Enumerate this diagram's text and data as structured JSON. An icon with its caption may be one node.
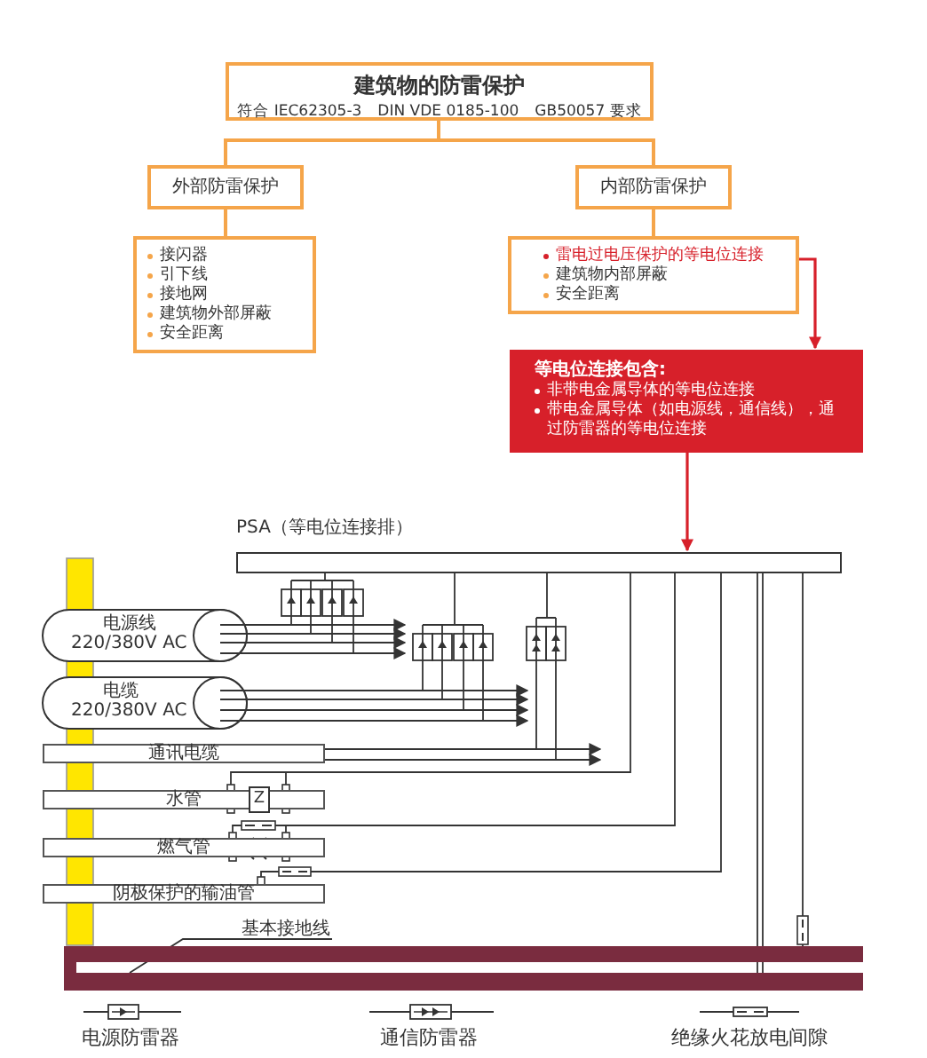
{
  "diagram": {
    "nodes": [
      {
        "text": [
          "建筑物的防雷保护",
          "符合 IEC62305-3　DIN VDE 0185-100　GB50057 要求"
        ]
      },
      {
        "text": [
          "外部防雷保护"
        ]
      },
      {
        "text": [
          "内部防雷保护"
        ]
      },
      {
        "text": [
          "接闪器",
          "引下线",
          "接地网",
          "建筑物外部屏蔽",
          "安全距离"
        ]
      },
      {
        "text": [
          "雷电过电压保护的等电位连接",
          "建筑物内部屏蔽",
          "安全距离"
        ]
      },
      {
        "text": [
          "等电位连接包含:",
          "非带电金属导体的等电位连接",
          "带电金属导体（如电源线，通信线），通过防雷器的等电位连接"
        ]
      },
      {
        "text": [
          "PSA（等电位连接排）"
        ]
      },
      {
        "text": [
          "电源线",
          "220/380V AC"
        ]
      },
      {
        "text": [
          "电缆",
          "220/380V AC"
        ]
      },
      {
        "text": [
          "通讯电缆"
        ]
      },
      {
        "text": [
          "水管"
        ]
      },
      {
        "text": [
          "燃气管"
        ]
      },
      {
        "text": [
          "阴极保护的输油管"
        ]
      },
      {
        "text": [
          "基本接地线"
        ]
      },
      {
        "text": [],
        "shape": "bar"
      },
      {
        "text": [],
        "shape": "bar"
      }
    ],
    "edges": [
      {
        "from": 0,
        "to": 1,
        "arrow": "none",
        "color": "#f5a54a"
      },
      {
        "from": 0,
        "to": 2,
        "arrow": "none",
        "color": "#f5a54a"
      },
      {
        "from": 1,
        "to": 3,
        "arrow": "none",
        "color": "#f5a54a"
      },
      {
        "from": 2,
        "to": 4,
        "arrow": "none",
        "color": "#f5a54a"
      },
      {
        "from": 4,
        "to": 5,
        "arrow": "to",
        "color": "#d7202a"
      },
      {
        "from": 5,
        "to": 6,
        "arrow": "to",
        "color": "#d7202a"
      },
      {
        "from": 7,
        "to": 6,
        "arrow": "to"
      },
      {
        "from": 8,
        "to": 6,
        "arrow": "to"
      },
      {
        "from": 9,
        "to": 6,
        "arrow": "to"
      },
      {
        "from": 6,
        "to": 10,
        "arrow": "none"
      },
      {
        "from": 6,
        "to": 11,
        "arrow": "none"
      },
      {
        "from": 6,
        "to": 12,
        "arrow": "none"
      },
      {
        "from": 6,
        "to": 14,
        "arrow": "none"
      },
      {
        "from": 6,
        "to": 14,
        "arrow": "other"
      },
      {
        "from": 13,
        "to": 14,
        "arrow": "none"
      }
    ],
    "labels": [
      "Z"
    ],
    "legend": [
      {
        "text": "电源防雷器"
      },
      {
        "text": "通信防雷器"
      },
      {
        "text": "绝缘火花放电间隙"
      }
    ]
  }
}
